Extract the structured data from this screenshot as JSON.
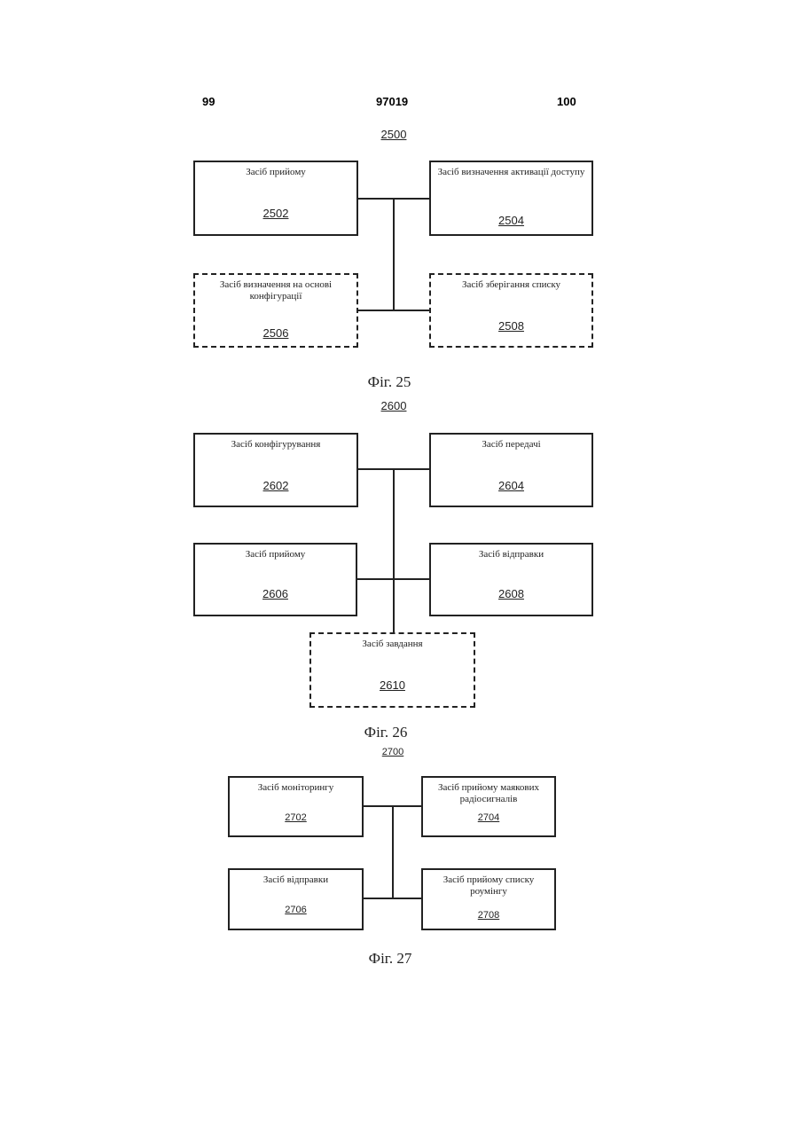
{
  "header": {
    "left_page": "99",
    "patent_no": "97019",
    "right_page": "100"
  },
  "fig25": {
    "id": "2500",
    "caption": "Фіг. 25",
    "boxes": {
      "b2502": {
        "label": "Засіб прийому",
        "num": "2502"
      },
      "b2504": {
        "label": "Засіб визначення активації доступу",
        "num": "2504"
      },
      "b2506": {
        "label": "Засіб визначення на основі конфігурації",
        "num": "2506"
      },
      "b2508": {
        "label": "Засіб зберігання списку",
        "num": "2508"
      }
    }
  },
  "fig26": {
    "id": "2600",
    "caption": "Фіг. 26",
    "boxes": {
      "b2602": {
        "label": "Засіб конфігурування",
        "num": "2602"
      },
      "b2604": {
        "label": "Засіб передачі",
        "num": "2604"
      },
      "b2606": {
        "label": "Засіб прийому",
        "num": "2606"
      },
      "b2608": {
        "label": "Засіб відправки",
        "num": "2608"
      },
      "b2610": {
        "label": "Засіб завдання",
        "num": "2610"
      }
    }
  },
  "fig27": {
    "id": "2700",
    "caption": "Фіг. 27",
    "boxes": {
      "b2702": {
        "label": "Засіб моніторингу",
        "num": "2702"
      },
      "b2704": {
        "label": "Засіб прийому маякових радіосигналів",
        "num": "2704"
      },
      "b2706": {
        "label": "Засіб відправки",
        "num": "2706"
      },
      "b2708": {
        "label": "Засіб прийому списку роумінгу",
        "num": "2708"
      }
    }
  }
}
